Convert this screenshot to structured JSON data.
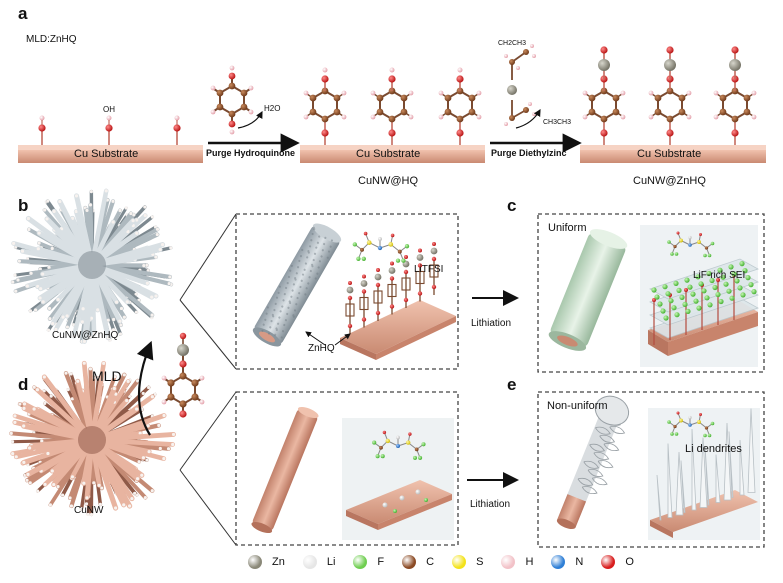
{
  "panel_letters": {
    "a": "a",
    "b": "b",
    "c": "c",
    "d": "d",
    "e": "e"
  },
  "panel_a": {
    "mld_label": "MLD:ZnHQ",
    "oh_label": "OH",
    "substrate_label": "Cu Substrate",
    "h2o_label": "H2O",
    "step1_label": "Purge Hydroquinone",
    "cunw_hq_label": "CuNW@HQ",
    "ch3ch3_top_label": "CH2CH3",
    "ch3ch3_label": "CH3CH3",
    "step2_label": "Purge Diethylzinc",
    "cunw_znhq_label": "CuNW@ZnHQ"
  },
  "panel_b": {
    "sphere_label": "CuNW@ZnHQ",
    "litfsi_label": "LiTFSI",
    "znhq_label": "ZnHQ",
    "lithiation_label": "Lithiation",
    "sphere_color": "#b9c3c8"
  },
  "panel_c": {
    "uniform_label": "Uniform",
    "sei_label": "LiF-rich SEI"
  },
  "panel_d": {
    "sphere_label": "CuNW",
    "mld_label": "MLD",
    "lithiation_label": "Lithiation",
    "sphere_color": "#c9927e"
  },
  "panel_e": {
    "nonuniform_label": "Non-uniform",
    "dendrite_label": "Li dendrites"
  },
  "legend": [
    {
      "label": "Zn",
      "color": "#8a8878"
    },
    {
      "label": "Li",
      "color": "#e6e6e6"
    },
    {
      "label": "F",
      "color": "#6fce50"
    },
    {
      "label": "C",
      "color": "#8b4a24"
    },
    {
      "label": "S",
      "color": "#f3e21a"
    },
    {
      "label": "H",
      "color": "#f2c2c8"
    },
    {
      "label": "N",
      "color": "#2f7fd6"
    },
    {
      "label": "O",
      "color": "#d81e1e"
    }
  ],
  "colors": {
    "copper": "#e2a58e",
    "oxygen": "#d81e1e",
    "carbon": "#8b4a24",
    "hydrogen": "#f2c2c8",
    "zinc": "#8a8878"
  }
}
